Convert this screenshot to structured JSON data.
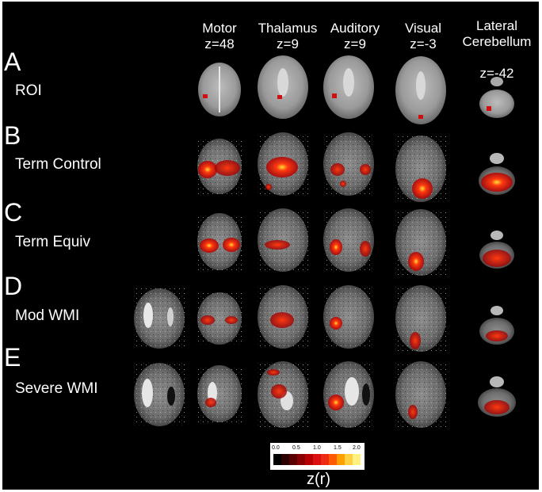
{
  "columns": [
    {
      "name": "Motor",
      "z": "z=48"
    },
    {
      "name": "Thalamus",
      "z": "z=9"
    },
    {
      "name": "Auditory",
      "z": "z=9"
    },
    {
      "name": "Visual",
      "z": "z=-3"
    },
    {
      "name": "Lateral\nCerebellum",
      "z": "z=-42"
    }
  ],
  "rows": [
    {
      "letter": "A",
      "label": "ROI"
    },
    {
      "letter": "B",
      "label": "Term Control"
    },
    {
      "letter": "C",
      "label": "Term Equiv"
    },
    {
      "letter": "D",
      "label": "Mod WMI"
    },
    {
      "letter": "E",
      "label": "Severe WMI"
    }
  ],
  "colorbar": {
    "ticks": [
      "0.0",
      "0.5",
      "1.0",
      "1.5",
      "2.0"
    ],
    "title": "z(r)",
    "colors": [
      "#000000",
      "#2a0000",
      "#5a0000",
      "#8a0000",
      "#b80000",
      "#dd1010",
      "#f02a10",
      "#ff5a00",
      "#ffa000",
      "#ffd040",
      "#fff080"
    ]
  },
  "colors": {
    "background": "#000000",
    "text": "#ffffff",
    "activation_core": "#ffe030",
    "activation_mid": "#ff3a10",
    "activation_edge": "#b00000"
  }
}
